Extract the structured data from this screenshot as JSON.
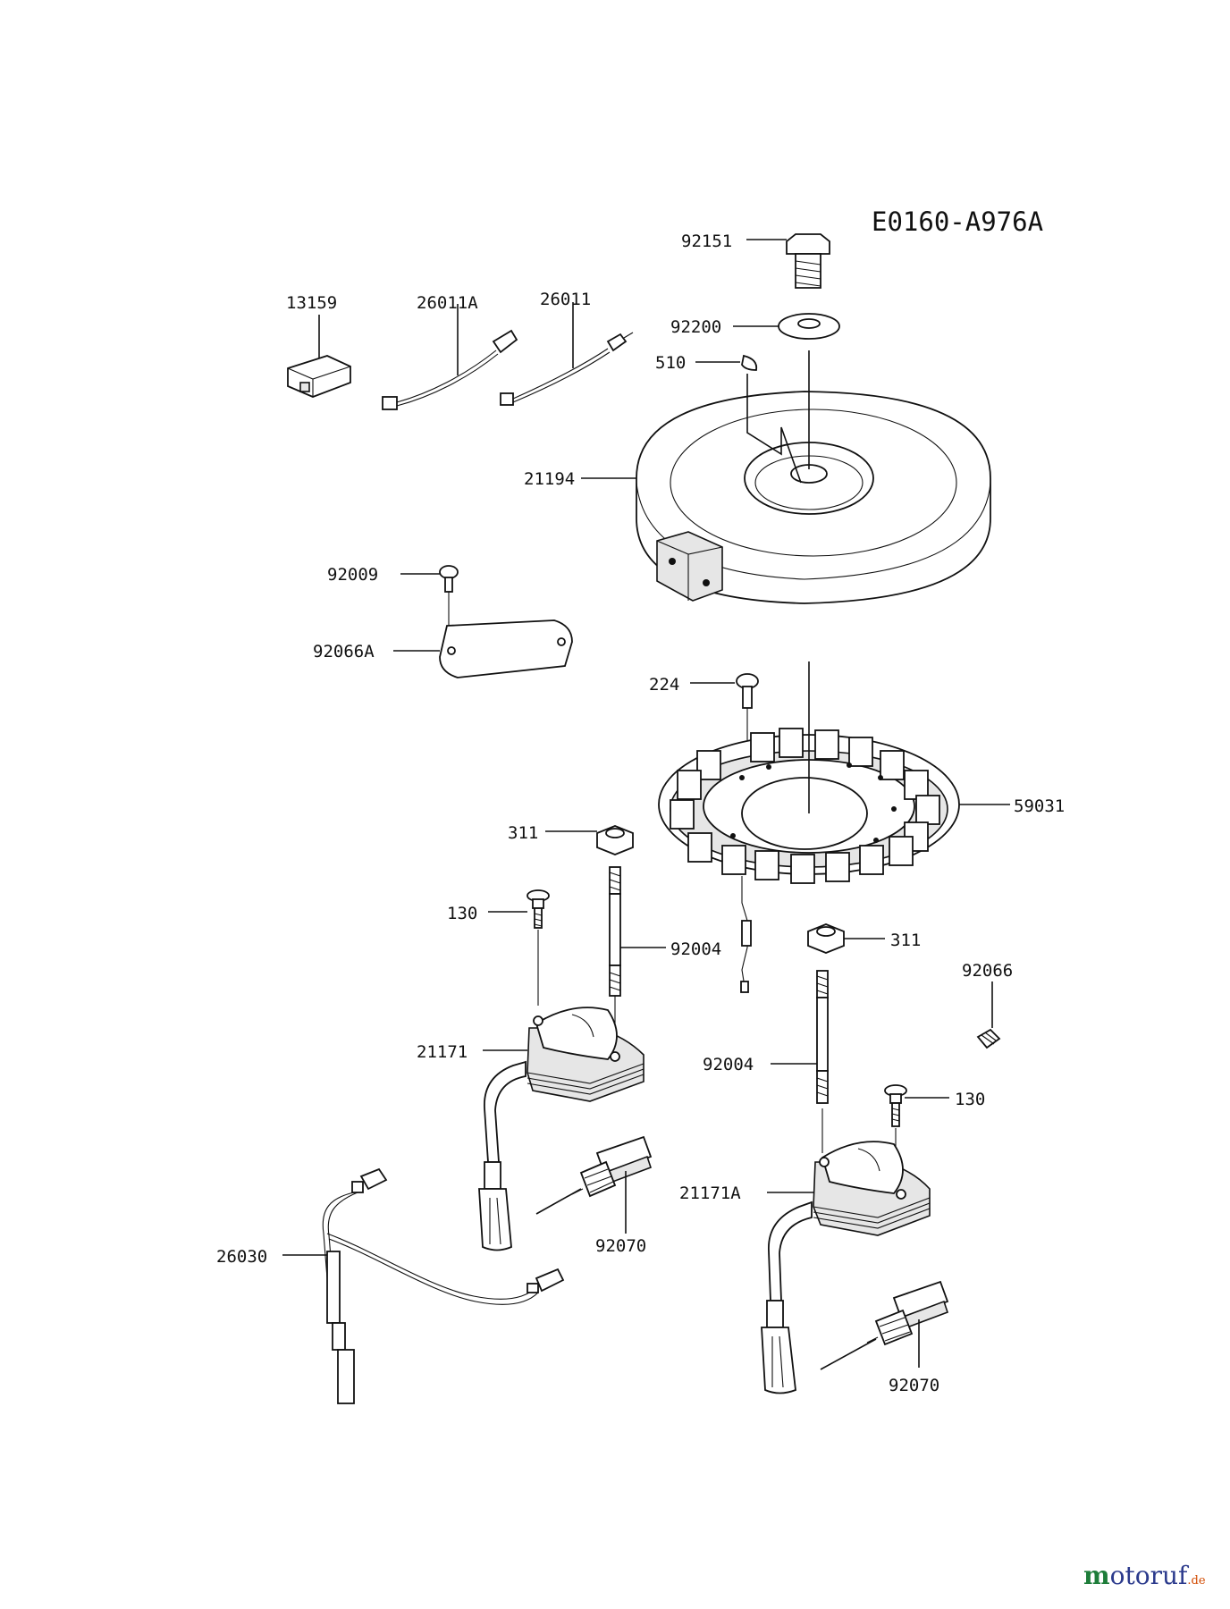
{
  "diagram_code": "E0160-A976A",
  "labels": {
    "p92151": "92151",
    "p92200": "92200",
    "p510": "510",
    "p13159": "13159",
    "p26011A": "26011A",
    "p26011": "26011",
    "p21194": "21194",
    "p92009": "92009",
    "p92066A": "92066A",
    "p224": "224",
    "p59031": "59031",
    "p311a": "311",
    "p130a": "130",
    "p92004a": "92004",
    "p311b": "311",
    "p92066": "92066",
    "p21171": "21171",
    "p92004b": "92004",
    "p130b": "130",
    "p21171A": "21171A",
    "p26030": "26030",
    "p92070a": "92070",
    "p92070b": "92070"
  },
  "watermark": {
    "m": "m",
    "rest": "otoruf",
    "tld": ".de"
  }
}
